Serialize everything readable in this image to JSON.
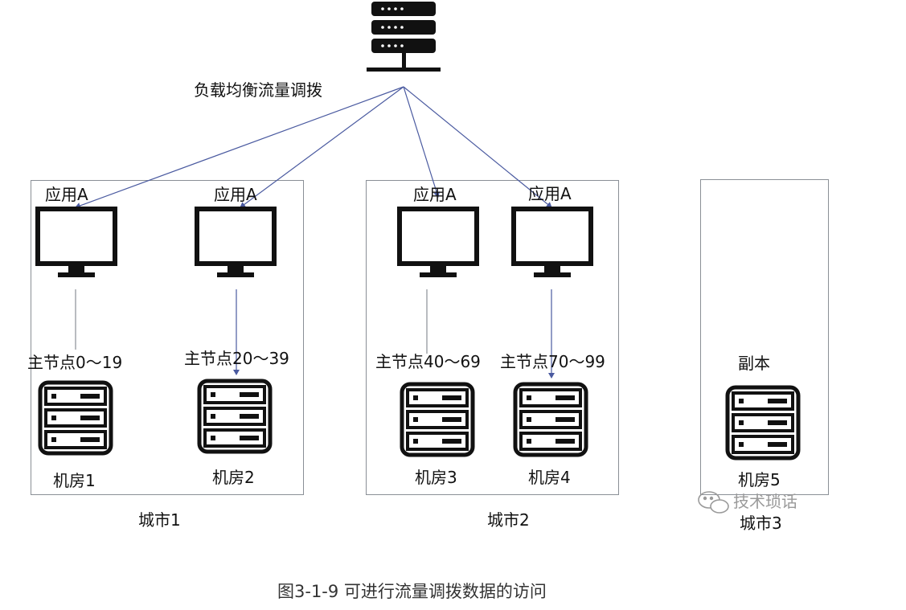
{
  "load_balancer": {
    "label": "负载均衡流量调拨",
    "icon": "server-rack-icon"
  },
  "cities": [
    {
      "label": "城市1"
    },
    {
      "label": "城市2"
    },
    {
      "label": "城市3"
    }
  ],
  "apps": [
    {
      "label": "应用A"
    },
    {
      "label": "应用A"
    },
    {
      "label": "应用A"
    },
    {
      "label": "应用A"
    }
  ],
  "nodes": [
    {
      "label": "主节点0～19",
      "room": "机房1"
    },
    {
      "label": "主节点20～39",
      "room": "机房2"
    },
    {
      "label": "主节点40～69",
      "room": "机房3"
    },
    {
      "label": "主节点70～99",
      "room": "机房4"
    }
  ],
  "replica": {
    "label": "副本",
    "room": "机房5"
  },
  "watermark": "技术琐话",
  "caption": "图3-1-9  可进行流量调拨数据的访问",
  "colors": {
    "line": "#4a5aa0",
    "box_border": "#8a8f96",
    "icon": "#111111"
  }
}
